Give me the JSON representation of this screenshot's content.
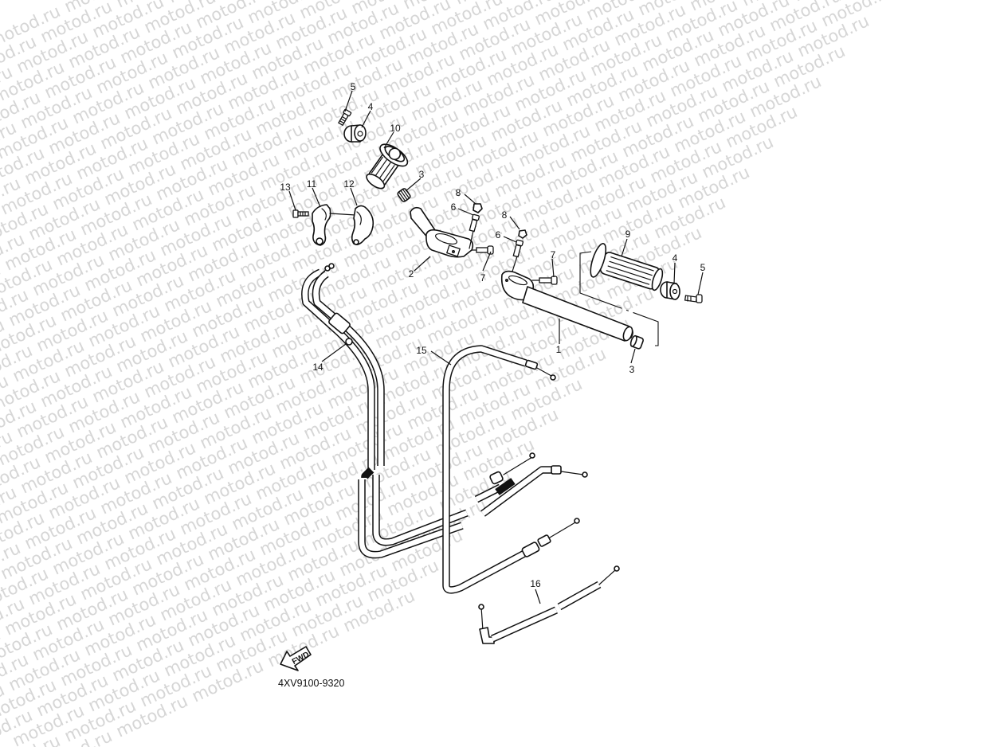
{
  "diagram": {
    "title": "Handlebar & cable exploded view",
    "drawing_code": "4XV9100-9320",
    "direction_label": "FWD",
    "watermark": "motod.ru",
    "colors": {
      "line": "#111111",
      "background": "#ffffff",
      "watermark": "#d6d6d6"
    }
  },
  "callouts": [
    {
      "id": "c1",
      "label": "1",
      "part": "handlebar-right"
    },
    {
      "id": "c2",
      "label": "2",
      "part": "handlebar-left"
    },
    {
      "id": "c3a",
      "label": "3",
      "part": "bar-end-plug-left"
    },
    {
      "id": "c3b",
      "label": "3",
      "part": "bar-end-plug-right"
    },
    {
      "id": "c4a",
      "label": "4",
      "part": "bar-end-weight-left"
    },
    {
      "id": "c4b",
      "label": "4",
      "part": "bar-end-weight-right"
    },
    {
      "id": "c5a",
      "label": "5",
      "part": "screw-left"
    },
    {
      "id": "c5b",
      "label": "5",
      "part": "screw-right"
    },
    {
      "id": "c6a",
      "label": "6",
      "part": "bolt-left"
    },
    {
      "id": "c6b",
      "label": "6",
      "part": "bolt-right"
    },
    {
      "id": "c7a",
      "label": "7",
      "part": "bolt-left-clamp"
    },
    {
      "id": "c7b",
      "label": "7",
      "part": "bolt-right-clamp"
    },
    {
      "id": "c8a",
      "label": "8",
      "part": "cap-left"
    },
    {
      "id": "c8b",
      "label": "8",
      "part": "cap-right"
    },
    {
      "id": "c9",
      "label": "9",
      "part": "throttle-grip"
    },
    {
      "id": "c10",
      "label": "10",
      "part": "grip-left"
    },
    {
      "id": "c11",
      "label": "11",
      "part": "cable-guide-upper"
    },
    {
      "id": "c12",
      "label": "12",
      "part": "cable-guide-lower"
    },
    {
      "id": "c13",
      "label": "13",
      "part": "screw-guide"
    },
    {
      "id": "c14",
      "label": "14",
      "part": "throttle-cable-assy"
    },
    {
      "id": "c15",
      "label": "15",
      "part": "clutch-cable"
    },
    {
      "id": "c16",
      "label": "16",
      "part": "starter-choke-cable"
    }
  ]
}
